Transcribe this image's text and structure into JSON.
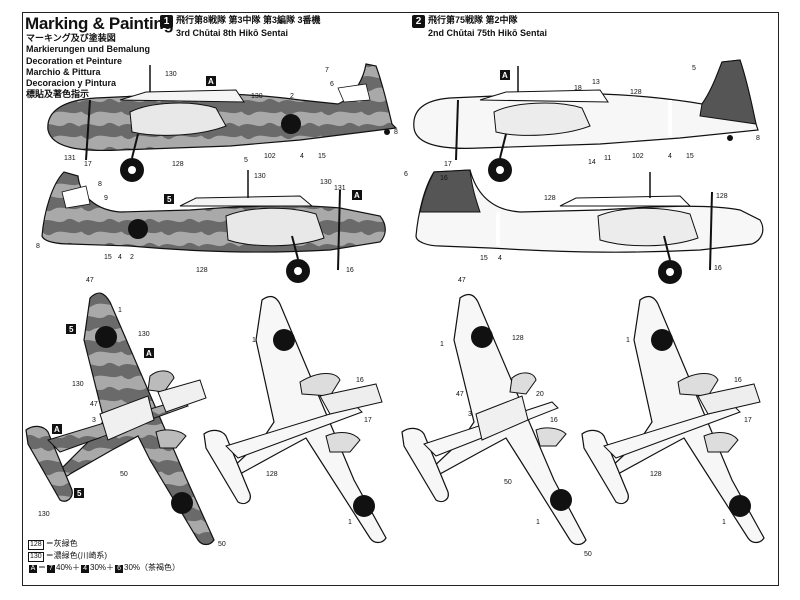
{
  "header": {
    "title": "Marking & Painting",
    "languages": [
      "マーキング及び塗装図",
      "Markierungen und Bemalung",
      "Decoration et Peinture",
      "Marchio & Pittura",
      "Decoracion y Pintura",
      "標貼及著色指示"
    ]
  },
  "schemes": [
    {
      "number": "1",
      "line1": "飛行第8戦隊 第3中隊 第3編隊 3番機",
      "line2": "3rd Chūtai 8th Hikō Sentai"
    },
    {
      "number": "2",
      "line1": "飛行第75戦隊 第2中隊",
      "line2": "2nd Chūtai 75th Hikō Sentai"
    }
  ],
  "legend": {
    "line1_code": "128",
    "line1_text": "＝灰緑色",
    "line2_code": "130",
    "line2_text": "＝濃緑色(川崎系)",
    "mix_code": "A",
    "mix_a": "7",
    "mix_a_pct": "40%＋",
    "mix_b": "4",
    "mix_b_pct": "30%＋",
    "mix_c": "6",
    "mix_c_pct": "30%（茶褐色）"
  },
  "callouts": {
    "c1": "1",
    "c2": "2",
    "c3": "3",
    "c4": "4",
    "c5": "5",
    "c6": "6",
    "c7": "7",
    "c8": "8",
    "c9": "9",
    "c11": "11",
    "c13": "13",
    "c14": "14",
    "c15": "15",
    "c16": "16",
    "c17": "17",
    "c18": "18",
    "c20": "20",
    "c47": "47",
    "c50": "50",
    "c102": "102",
    "c128": "128",
    "c130": "130",
    "c131": "131",
    "box5": "5",
    "boxA": "A"
  }
}
